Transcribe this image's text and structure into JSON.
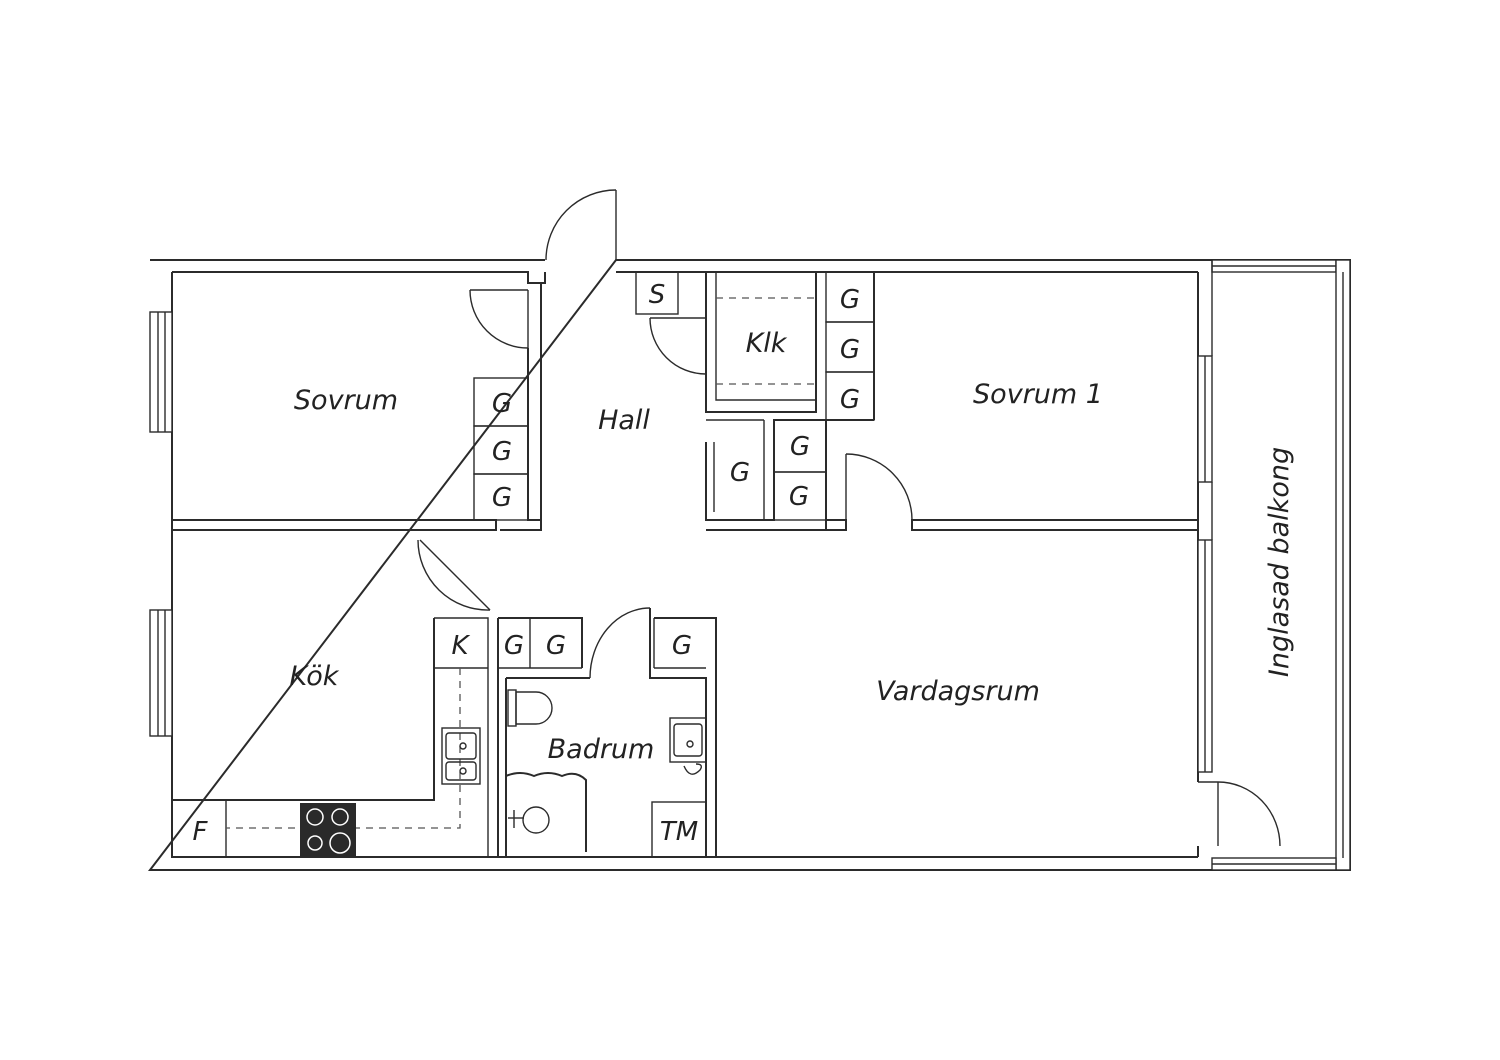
{
  "rooms": {
    "sovrum": "Sovrum",
    "sovrum_1": "Sovrum 1",
    "hall": "Hall",
    "klk": "Klk",
    "kok": "Kök",
    "badrum": "Badrum",
    "vardagsrum": "Vardagsrum",
    "balkong": "Inglasad balkong"
  },
  "fixtures": {
    "wardrobe": "G",
    "storage": "S",
    "fridge_k": "K",
    "freezer_f": "F",
    "washer_tm": "TM"
  },
  "colors": {
    "wall": "#2b2b2b",
    "text": "#222222",
    "stove": "#2a2a2a"
  }
}
